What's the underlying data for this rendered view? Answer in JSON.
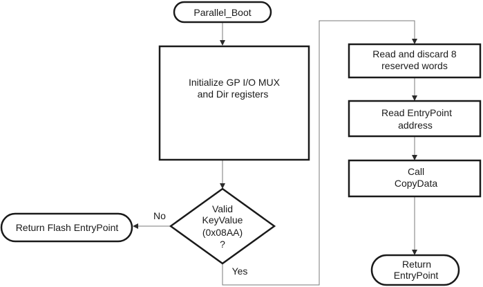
{
  "nodes": {
    "start": "Parallel_Boot",
    "init": [
      "Initialize GP I/O MUX",
      "and Dir registers"
    ],
    "decision": [
      "Valid",
      "KeyValue",
      "(0x08AA)",
      "?"
    ],
    "flash": "Return Flash EntryPoint",
    "discard": [
      "Read and discard 8",
      "reserved words"
    ],
    "entry": [
      "Read EntryPoint",
      "address"
    ],
    "call": [
      "Call",
      "CopyData"
    ],
    "ret": [
      "Return",
      "EntryPoint"
    ]
  },
  "edges": {
    "no": "No",
    "yes": "Yes"
  }
}
